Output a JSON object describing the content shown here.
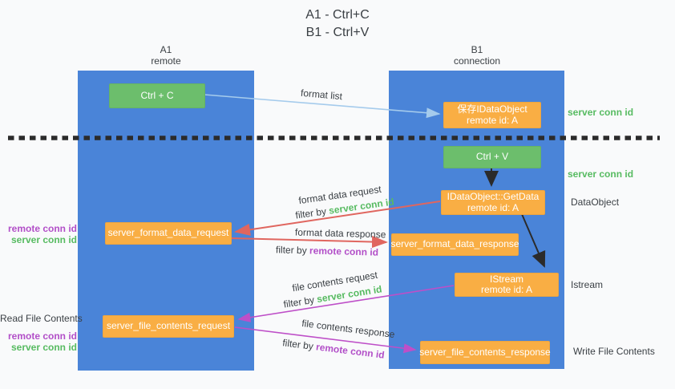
{
  "title": {
    "line1": "A1 - Ctrl+C",
    "line2": "B1 - Ctrl+V"
  },
  "columns": {
    "left": {
      "header_line1": "A1",
      "header_line2": "remote"
    },
    "right": {
      "header_line1": "B1",
      "header_line2": "connection"
    }
  },
  "nodes": {
    "ctrl_c": "Ctrl + C",
    "ctrl_v": "Ctrl + V",
    "save_dataobject_line1": "保存IDataObject",
    "save_dataobject_line2": "remote id: A",
    "getdata_line1": "IDataObject::GetData",
    "getdata_line2": "remote id: A",
    "istream_line1": "IStream",
    "istream_line2": "remote id: A",
    "format_request": "server_format_data_request",
    "format_response": "server_format_data_response",
    "file_request": "server_file_contents_request",
    "file_response": "server_file_contents_response"
  },
  "labels": {
    "format_list": "format list",
    "format_data_request": "format data request",
    "format_data_response": "format data response",
    "file_contents_request": "file contents request",
    "file_contents_response": "file contents response",
    "filter_by": "filter by ",
    "server_conn_id": "server conn id",
    "remote_conn_id": "remote conn id",
    "read_file_contents": "Read File Contents",
    "write_file_contents": "Write File Contents",
    "dataobject": "DataObject",
    "istream": "Istream"
  },
  "colors": {
    "column_blue": "#4a84d8",
    "box_green": "#6cbe6c",
    "box_orange": "#f9ae44",
    "arrow_lightblue": "#a5cbec",
    "arrow_red": "#e0665f",
    "arrow_purple": "#be4fc8",
    "arrow_black": "#2b2b2b",
    "text_green": "#57bb61",
    "text_purple": "#b24fc8",
    "text_dark": "#3b4045",
    "background": "#f9fafb"
  }
}
